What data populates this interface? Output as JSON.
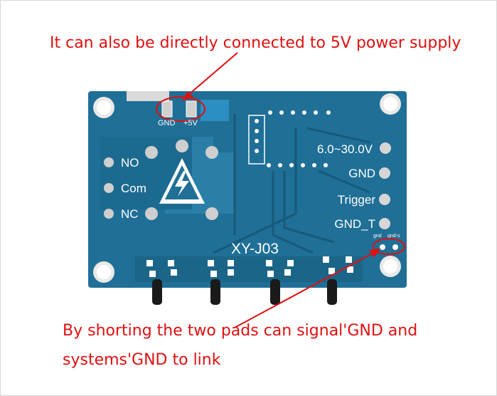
{
  "annotations": {
    "top": "It can also be directly connected to 5V power supply",
    "bottom_line1": "By shorting the two pads can signal'GND  and",
    "bottom_line2": "systems'GND  to link"
  },
  "board": {
    "model": "XY-J03",
    "top_pads": {
      "gnd": "GND",
      "vplus": "+5V"
    },
    "relay_labels": {
      "no": "NO",
      "com": "Com",
      "nc": "NC"
    },
    "power_labels": {
      "vin": "6.0~30.0V",
      "gnd": "GND",
      "trigger": "Trigger",
      "gnd_t": "GND_T"
    },
    "small_pads": {
      "gnd": "gnd",
      "gnd_s": "gnd-s"
    }
  },
  "colors": {
    "annotation": "#e01010",
    "pcb": "#1f6f96",
    "pcb_dark": "#185b7d",
    "silkscreen": "#ffffff",
    "pad": "#c9c9c9"
  },
  "icons": {
    "warning": "high-voltage-warning-icon"
  }
}
